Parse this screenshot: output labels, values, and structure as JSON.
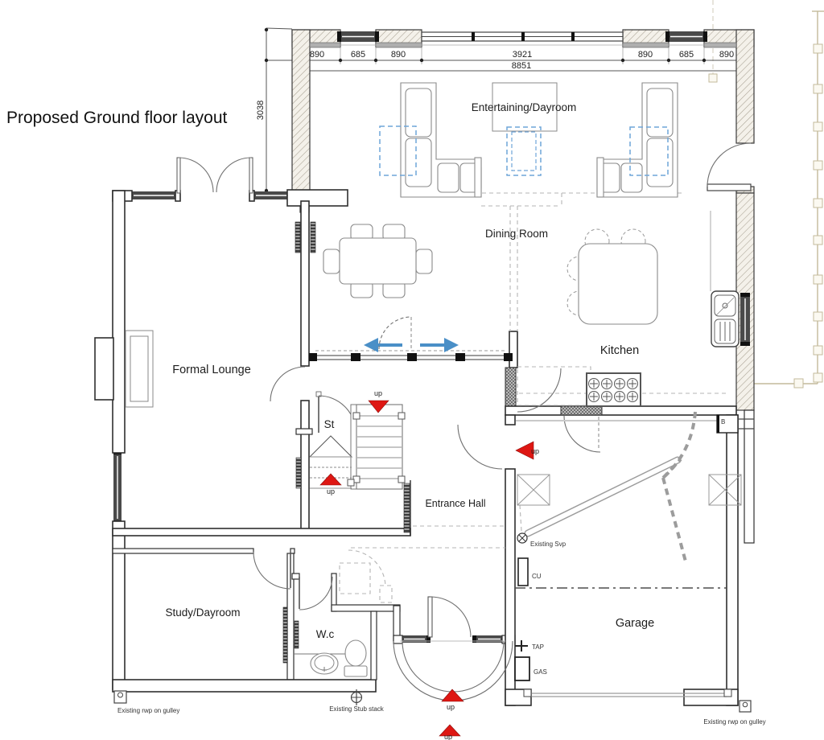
{
  "title": "Proposed Ground floor layout",
  "rooms": {
    "entertaining": "Entertaining/Dayroom",
    "dining": "Dining Room",
    "kitchen": "Kitchen",
    "lounge": "Formal Lounge",
    "store": "St",
    "hall": "Entrance Hall",
    "study": "Study/Dayroom",
    "wc": "W.c",
    "garage": "Garage"
  },
  "dimensions": {
    "top_segments": [
      "890",
      "685",
      "890",
      "3921",
      "890",
      "685",
      "890"
    ],
    "top_total": "8851",
    "side_height": "3038"
  },
  "annotations": {
    "up": "up",
    "existing_svp": "Existing Svp",
    "consumer_unit": "CU",
    "tap": "TAP",
    "gas": "GAS",
    "boiler": "B",
    "rwp_left": "Existing rwp on gulley",
    "rwp_right": "Existing rwp on gulley",
    "stub_stack": "Existing Stub stack"
  },
  "colors": {
    "arrow_red": "#de1713",
    "slide_arrow_blue": "#4a8fc7",
    "proposed_item_blue": "#6fa5d8",
    "fence_tan": "#c3ba9b",
    "wall_line": "#2f2f2f",
    "demolition_gray": "#9c9c9c"
  }
}
